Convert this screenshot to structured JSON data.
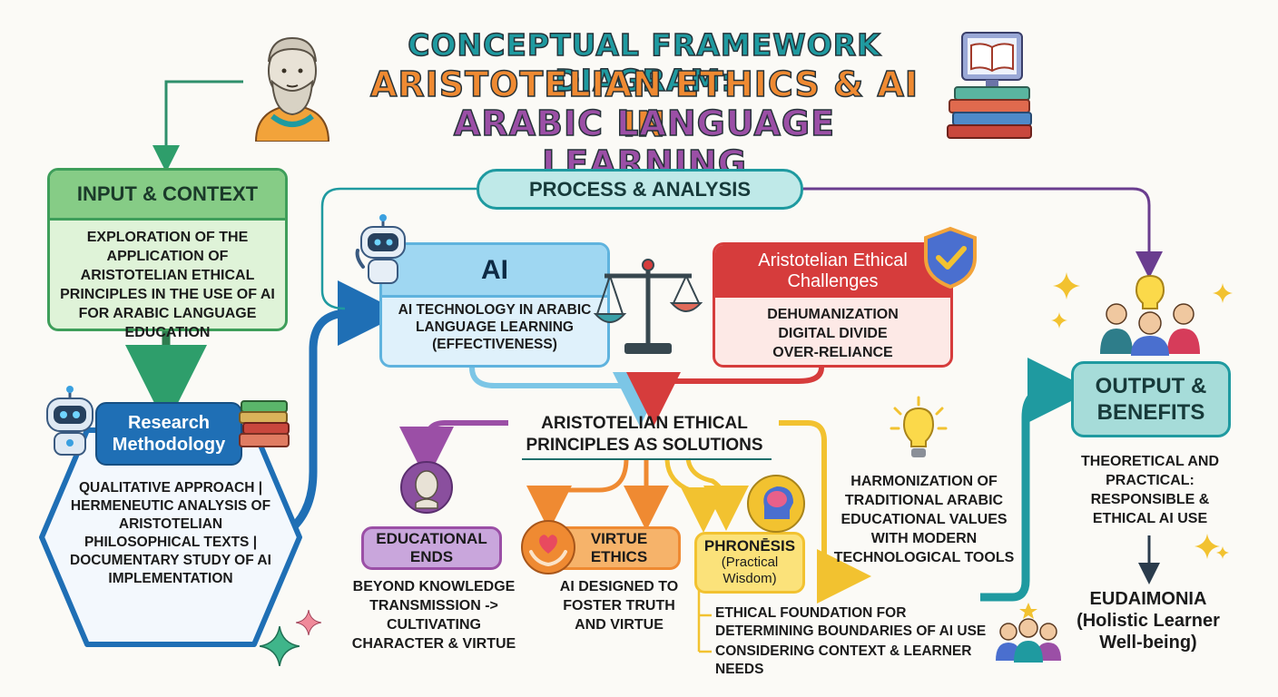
{
  "title": {
    "line1": "CONCEPTUAL FRAMEWORK DIAGRAM:",
    "line2": "ARISTOTELIAN ETHICS & AI IN",
    "line3": "ARABIC LANGUAGE LEARNING"
  },
  "input": {
    "header": "INPUT & CONTEXT",
    "body": "EXPLORATION OF THE APPLICATION OF ARISTOTELIAN ETHICAL PRINCIPLES IN THE USE OF AI FOR ARABIC LANGUAGE EDUCATION"
  },
  "research": {
    "header_line1": "Research",
    "header_line2": "Methodology",
    "body": "QUALITATIVE APPROACH | HERMENEUTIC ANALYSIS OF ARISTOTELIAN PHILOSOPHICAL TEXTS | DOCUMENTARY STUDY OF AI IMPLEMENTATION"
  },
  "process": {
    "label": "PROCESS & ANALYSIS"
  },
  "ai": {
    "header": "AI",
    "body": "AI TECHNOLOGY IN ARABIC LANGUAGE LEARNING (EFFECTIVENESS)"
  },
  "challenges": {
    "header_line1": "Aristotelian Ethical",
    "header_line2": "Challenges",
    "items": [
      "DEHUMANIZATION",
      "DIGITAL DIVIDE",
      "OVER-RELIANCE"
    ]
  },
  "principles": {
    "line1": "ARISTOTELIAN ETHICAL",
    "line2": "PRINCIPLES AS SOLUTIONS"
  },
  "educational": {
    "header_line1": "EDUCATIONAL",
    "header_line2": "ENDS",
    "body": "BEYOND KNOWLEDGE TRANSMISSION -> CULTIVATING CHARACTER & VIRTUE"
  },
  "virtue": {
    "header_line1": "VIRTUE",
    "header_line2": "ETHICS",
    "body": "AI DESIGNED TO FOSTER TRUTH AND VIRTUE"
  },
  "phronesis": {
    "header_line1": "PHRONĒSIS",
    "header_line2": "(Practical",
    "header_line3": "Wisdom)",
    "bullet1": "ETHICAL FOUNDATION FOR DETERMINING BOUNDARIES OF AI USE",
    "bullet2": "CONSIDERING CONTEXT & LEARNER NEEDS"
  },
  "harmonization": {
    "body": "HARMONIZATION OF TRADITIONAL ARABIC EDUCATIONAL VALUES WITH MODERN TECHNOLOGICAL TOOLS"
  },
  "output": {
    "header_line1": "OUTPUT &",
    "header_line2": "BENEFITS",
    "body": "THEORETICAL AND PRACTICAL: RESPONSIBLE & ETHICAL AI USE"
  },
  "eudaimonia": {
    "line1": "EUDAIMONIA",
    "line2": "(Holistic Learner",
    "line3": "Well-being)"
  },
  "colors": {
    "teal": "#1f9aa0",
    "orange": "#ef8a32",
    "purple": "#9b4fa6",
    "green": "#2e9e6b",
    "blue": "#1f6fb5",
    "red": "#d63c3c",
    "yellow": "#f2c230"
  },
  "icons": [
    "aristotle-bust-icon",
    "computer-book-icon",
    "robot-icon",
    "books-icon",
    "scales-icon",
    "shield-check-icon",
    "lightbulb-icon",
    "people-idea-icon",
    "heart-hands-icon",
    "brain-head-icon",
    "sparkle-icon",
    "learners-group-icon"
  ]
}
